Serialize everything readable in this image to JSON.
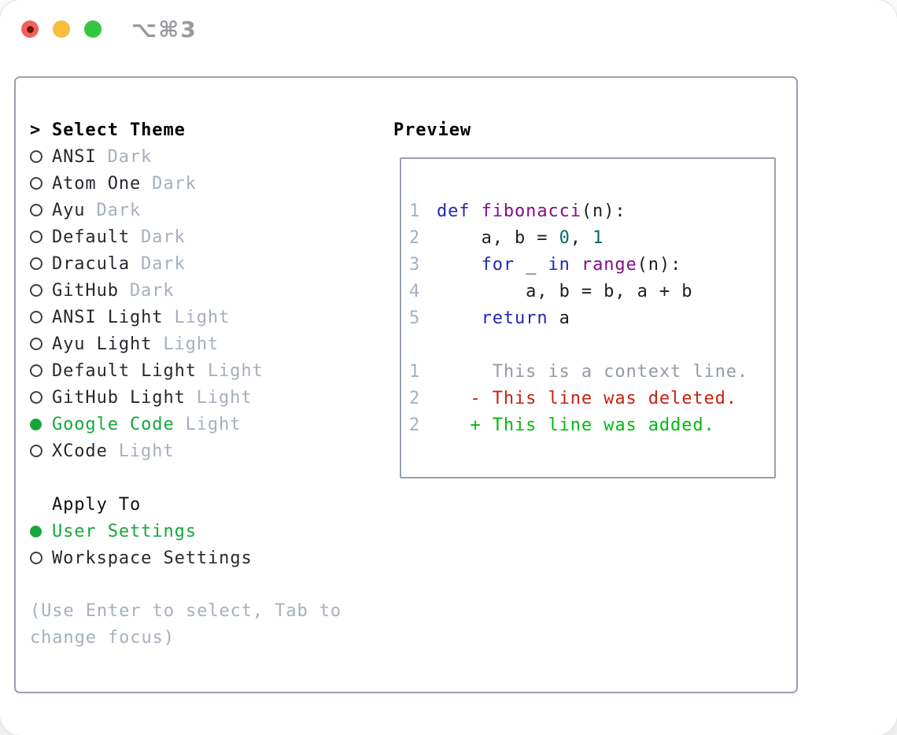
{
  "window": {
    "title_shortcut": "⌥⌘3"
  },
  "colors": {
    "accent_green": "#16a73c",
    "added_green": "#00b90e",
    "deleted_red": "#c9200e",
    "keyword_blue": "#1f2ab2",
    "function_purple": "#860b86",
    "number_teal": "#076868",
    "muted_gray": "#a6b0bc",
    "border_gray": "#99a1ad"
  },
  "theme_panel": {
    "header": {
      "prefix": ">",
      "label": "Select Theme"
    },
    "items": [
      {
        "name": "ANSI",
        "variant": "Dark",
        "selected": false
      },
      {
        "name": "Atom One",
        "variant": "Dark",
        "selected": false
      },
      {
        "name": "Ayu",
        "variant": "Dark",
        "selected": false
      },
      {
        "name": "Default",
        "variant": "Dark",
        "selected": false
      },
      {
        "name": "Dracula",
        "variant": "Dark",
        "selected": false
      },
      {
        "name": "GitHub",
        "variant": "Dark",
        "selected": false
      },
      {
        "name": "ANSI Light",
        "variant": "Light",
        "selected": false
      },
      {
        "name": "Ayu Light",
        "variant": "Light",
        "selected": false
      },
      {
        "name": "Default Light",
        "variant": "Light",
        "selected": false
      },
      {
        "name": "GitHub Light",
        "variant": "Light",
        "selected": false
      },
      {
        "name": "Google Code",
        "variant": "Light",
        "selected": true
      },
      {
        "name": "XCode",
        "variant": "Light",
        "selected": false
      }
    ],
    "apply_to": {
      "header": "Apply To",
      "items": [
        {
          "name": "User Settings",
          "selected": true
        },
        {
          "name": "Workspace Settings",
          "selected": false
        }
      ]
    },
    "help_text": "(Use Enter to select, Tab to change focus)"
  },
  "preview": {
    "title": "Preview",
    "code_lines": [
      {
        "num": "1",
        "segments": [
          {
            "t": "def",
            "c": "k"
          },
          {
            "t": " ",
            "c": "p"
          },
          {
            "t": "fibonacci",
            "c": "f"
          },
          {
            "t": "(n):",
            "c": "p"
          }
        ]
      },
      {
        "num": "2",
        "segments": [
          {
            "t": "    a, b = ",
            "c": "p"
          },
          {
            "t": "0",
            "c": "n"
          },
          {
            "t": ", ",
            "c": "p"
          },
          {
            "t": "1",
            "c": "n"
          }
        ]
      },
      {
        "num": "3",
        "segments": [
          {
            "t": "    ",
            "c": "p"
          },
          {
            "t": "for",
            "c": "k"
          },
          {
            "t": " _ ",
            "c": "p"
          },
          {
            "t": "in",
            "c": "k"
          },
          {
            "t": " ",
            "c": "p"
          },
          {
            "t": "range",
            "c": "f"
          },
          {
            "t": "(n):",
            "c": "p"
          }
        ]
      },
      {
        "num": "4",
        "segments": [
          {
            "t": "        a, b = b, a + b",
            "c": "p"
          }
        ]
      },
      {
        "num": "5",
        "segments": [
          {
            "t": "    ",
            "c": "p"
          },
          {
            "t": "return",
            "c": "k"
          },
          {
            "t": " a",
            "c": "p"
          }
        ]
      }
    ],
    "diff_lines": [
      {
        "num": "1",
        "text": "     This is a context line.",
        "type": "context"
      },
      {
        "num": "2",
        "text": "   - This line was deleted.",
        "type": "deleted"
      },
      {
        "num": "2",
        "text": "   + This line was added.",
        "type": "added"
      }
    ]
  }
}
